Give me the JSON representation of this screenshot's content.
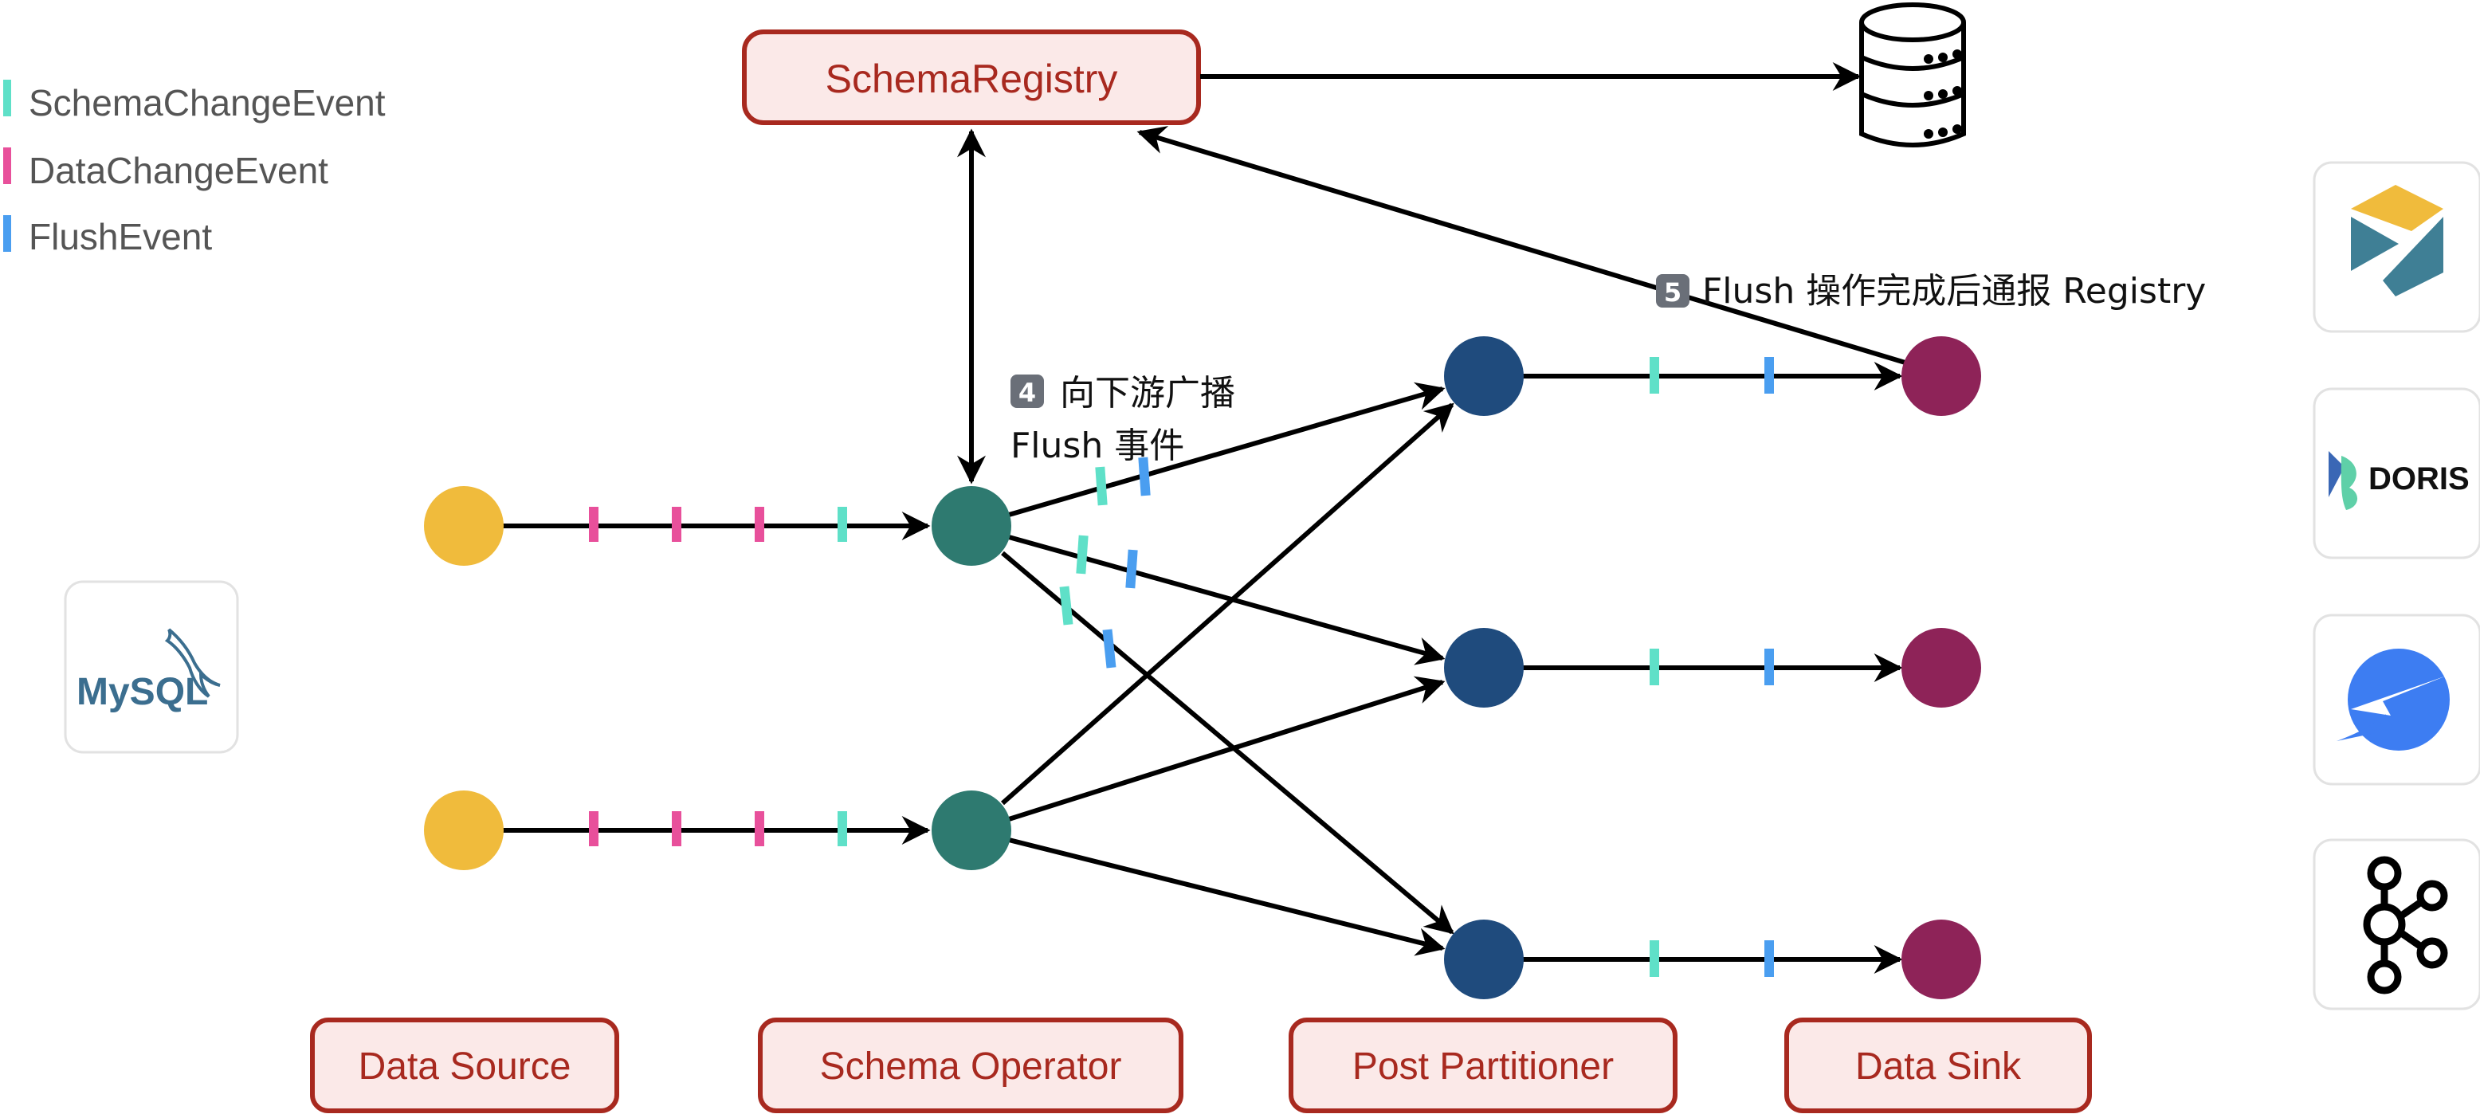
{
  "legend": {
    "schema_change": "SchemaChangeEvent",
    "data_change": "DataChangeEvent",
    "flush": "FlushEvent"
  },
  "registry": {
    "label": "SchemaRegistry"
  },
  "annotations": {
    "step4_badge": "4",
    "step4_line1": "向下游广播",
    "step4_line2": "Flush 事件",
    "step5_badge": "5",
    "step5_text": "Flush 操作完成后通报 Registry"
  },
  "stages": {
    "source": "Data Source",
    "operator": "Schema Operator",
    "partitioner": "Post Partitioner",
    "sink": "Data Sink"
  },
  "logos": {
    "mysql_text": "MySQL",
    "doris_text": "DORIS"
  },
  "colors": {
    "schema_change": "#5fe0c8",
    "data_change": "#e8509b",
    "flush": "#4a9ef0",
    "source_node": "#f0bb3c",
    "operator_node": "#2e7a70",
    "partitioner_node": "#1f4b7d",
    "sink_node": "#8e2358",
    "label_border": "#a8291f",
    "label_fill": "#fbe9e8",
    "label_text": "#a8291f"
  },
  "icons": [
    "database-icon",
    "mysql-logo",
    "seatunnel-logo",
    "doris-logo",
    "starrocks-logo",
    "kafka-logo"
  ]
}
